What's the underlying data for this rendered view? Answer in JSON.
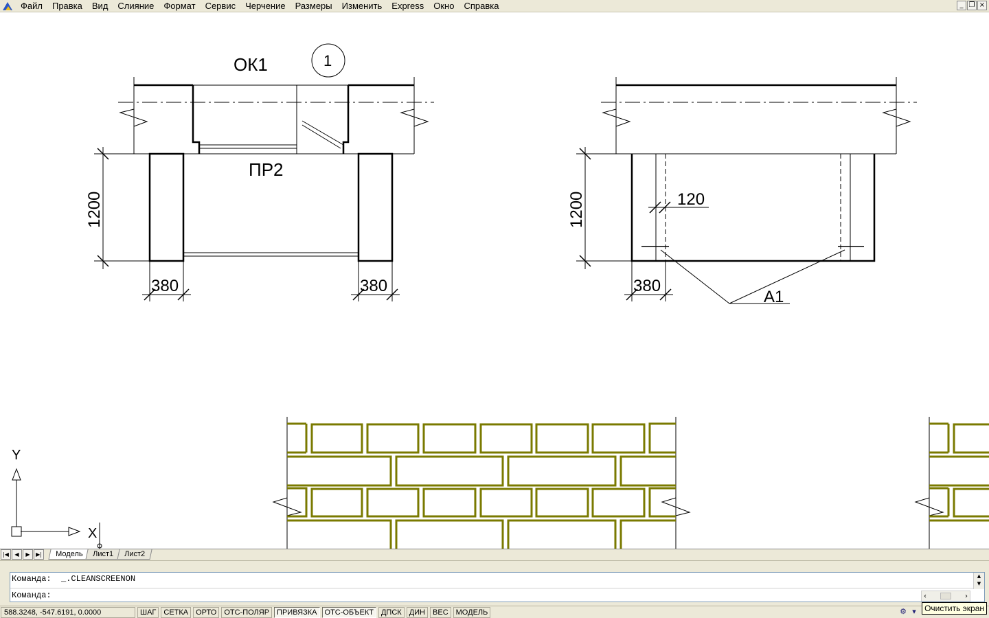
{
  "menu": {
    "items": [
      "Файл",
      "Правка",
      "Вид",
      "Слияние",
      "Формат",
      "Сервис",
      "Черчение",
      "Размеры",
      "Изменить",
      "Express",
      "Окно",
      "Справка"
    ],
    "window_buttons": [
      "_",
      "❐",
      "×"
    ]
  },
  "drawing": {
    "left_view": {
      "window_label": "ОК1",
      "lintel_label": "ПР2",
      "view_marker": "1",
      "dim_height": "1200",
      "dim_pier_left": "380",
      "dim_pier_right": "380"
    },
    "right_view": {
      "dim_height": "1200",
      "dim_pier": "380",
      "dim_inner": "120",
      "callout": "А1"
    },
    "ucs": {
      "y_label": "Y",
      "x_label": "X"
    },
    "hatch_color": "#7a7a00",
    "line_color": "#000000"
  },
  "tabs": {
    "nav": [
      "|◀",
      "◀",
      "▶",
      "▶|"
    ],
    "items": [
      {
        "label": "Модель",
        "active": true
      },
      {
        "label": "Лист1",
        "active": false
      },
      {
        "label": "Лист2",
        "active": false
      }
    ]
  },
  "command": {
    "history_line": "Команда:  _.CLEANSCREENON",
    "prompt": "Команда:"
  },
  "status": {
    "coords": "588.3248, -547.6191, 0.0000",
    "buttons": [
      {
        "label": "ШАГ",
        "on": false
      },
      {
        "label": "СЕТКА",
        "on": false
      },
      {
        "label": "ОРТО",
        "on": false
      },
      {
        "label": "ОТС-ПОЛЯР",
        "on": false
      },
      {
        "label": "ПРИВЯЗКА",
        "on": true
      },
      {
        "label": "ОТС-ОБЪЕКТ",
        "on": true
      },
      {
        "label": "ДПСК",
        "on": false
      },
      {
        "label": "ДИН",
        "on": false
      },
      {
        "label": "ВЕС",
        "on": false
      },
      {
        "label": "МОДЕЛЬ",
        "on": false
      }
    ],
    "tooltip": "Очистить экран"
  }
}
